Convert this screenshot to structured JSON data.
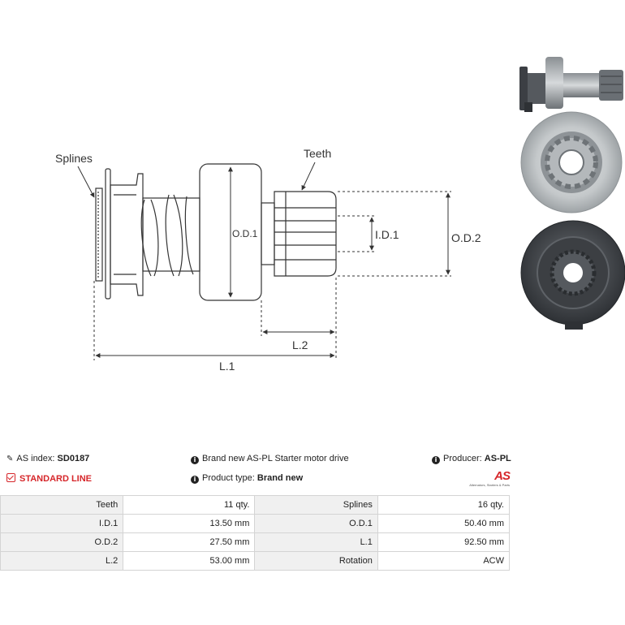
{
  "diagram": {
    "labels": {
      "splines": "Splines",
      "teeth": "Teeth",
      "od1": "O.D.1",
      "id1": "I.D.1",
      "od2": "O.D.2",
      "l2": "L.2",
      "l1": "L.1"
    }
  },
  "photos": {
    "views": [
      "side-view",
      "front-view",
      "rear-view"
    ]
  },
  "info": {
    "as_index_label": "AS index:",
    "as_index_value": "SD0187",
    "standard_line": "STANDARD LINE",
    "description": "Brand new AS-PL Starter motor drive",
    "product_type_label": "Product type:",
    "product_type_value": "Brand new",
    "producer_label": "Producer:",
    "producer_value": "AS-PL",
    "logo_text": "AS",
    "logo_subtitle": "Alternators, Starters & Parts"
  },
  "specs": [
    {
      "l1": "Teeth",
      "v1": "11 qty.",
      "l2": "Splines",
      "v2": "16 qty."
    },
    {
      "l1": "I.D.1",
      "v1": "13.50 mm",
      "l2": "O.D.1",
      "v2": "50.40 mm"
    },
    {
      "l1": "O.D.2",
      "v1": "27.50 mm",
      "l2": "L.1",
      "v2": "92.50 mm"
    },
    {
      "l1": "L.2",
      "v1": "53.00 mm",
      "l2": "Rotation",
      "v2": "ACW"
    }
  ],
  "colors": {
    "accent": "#d6262a",
    "line": "#333333",
    "metal_light": "#c9ccce",
    "metal_dark": "#4a4d52"
  }
}
